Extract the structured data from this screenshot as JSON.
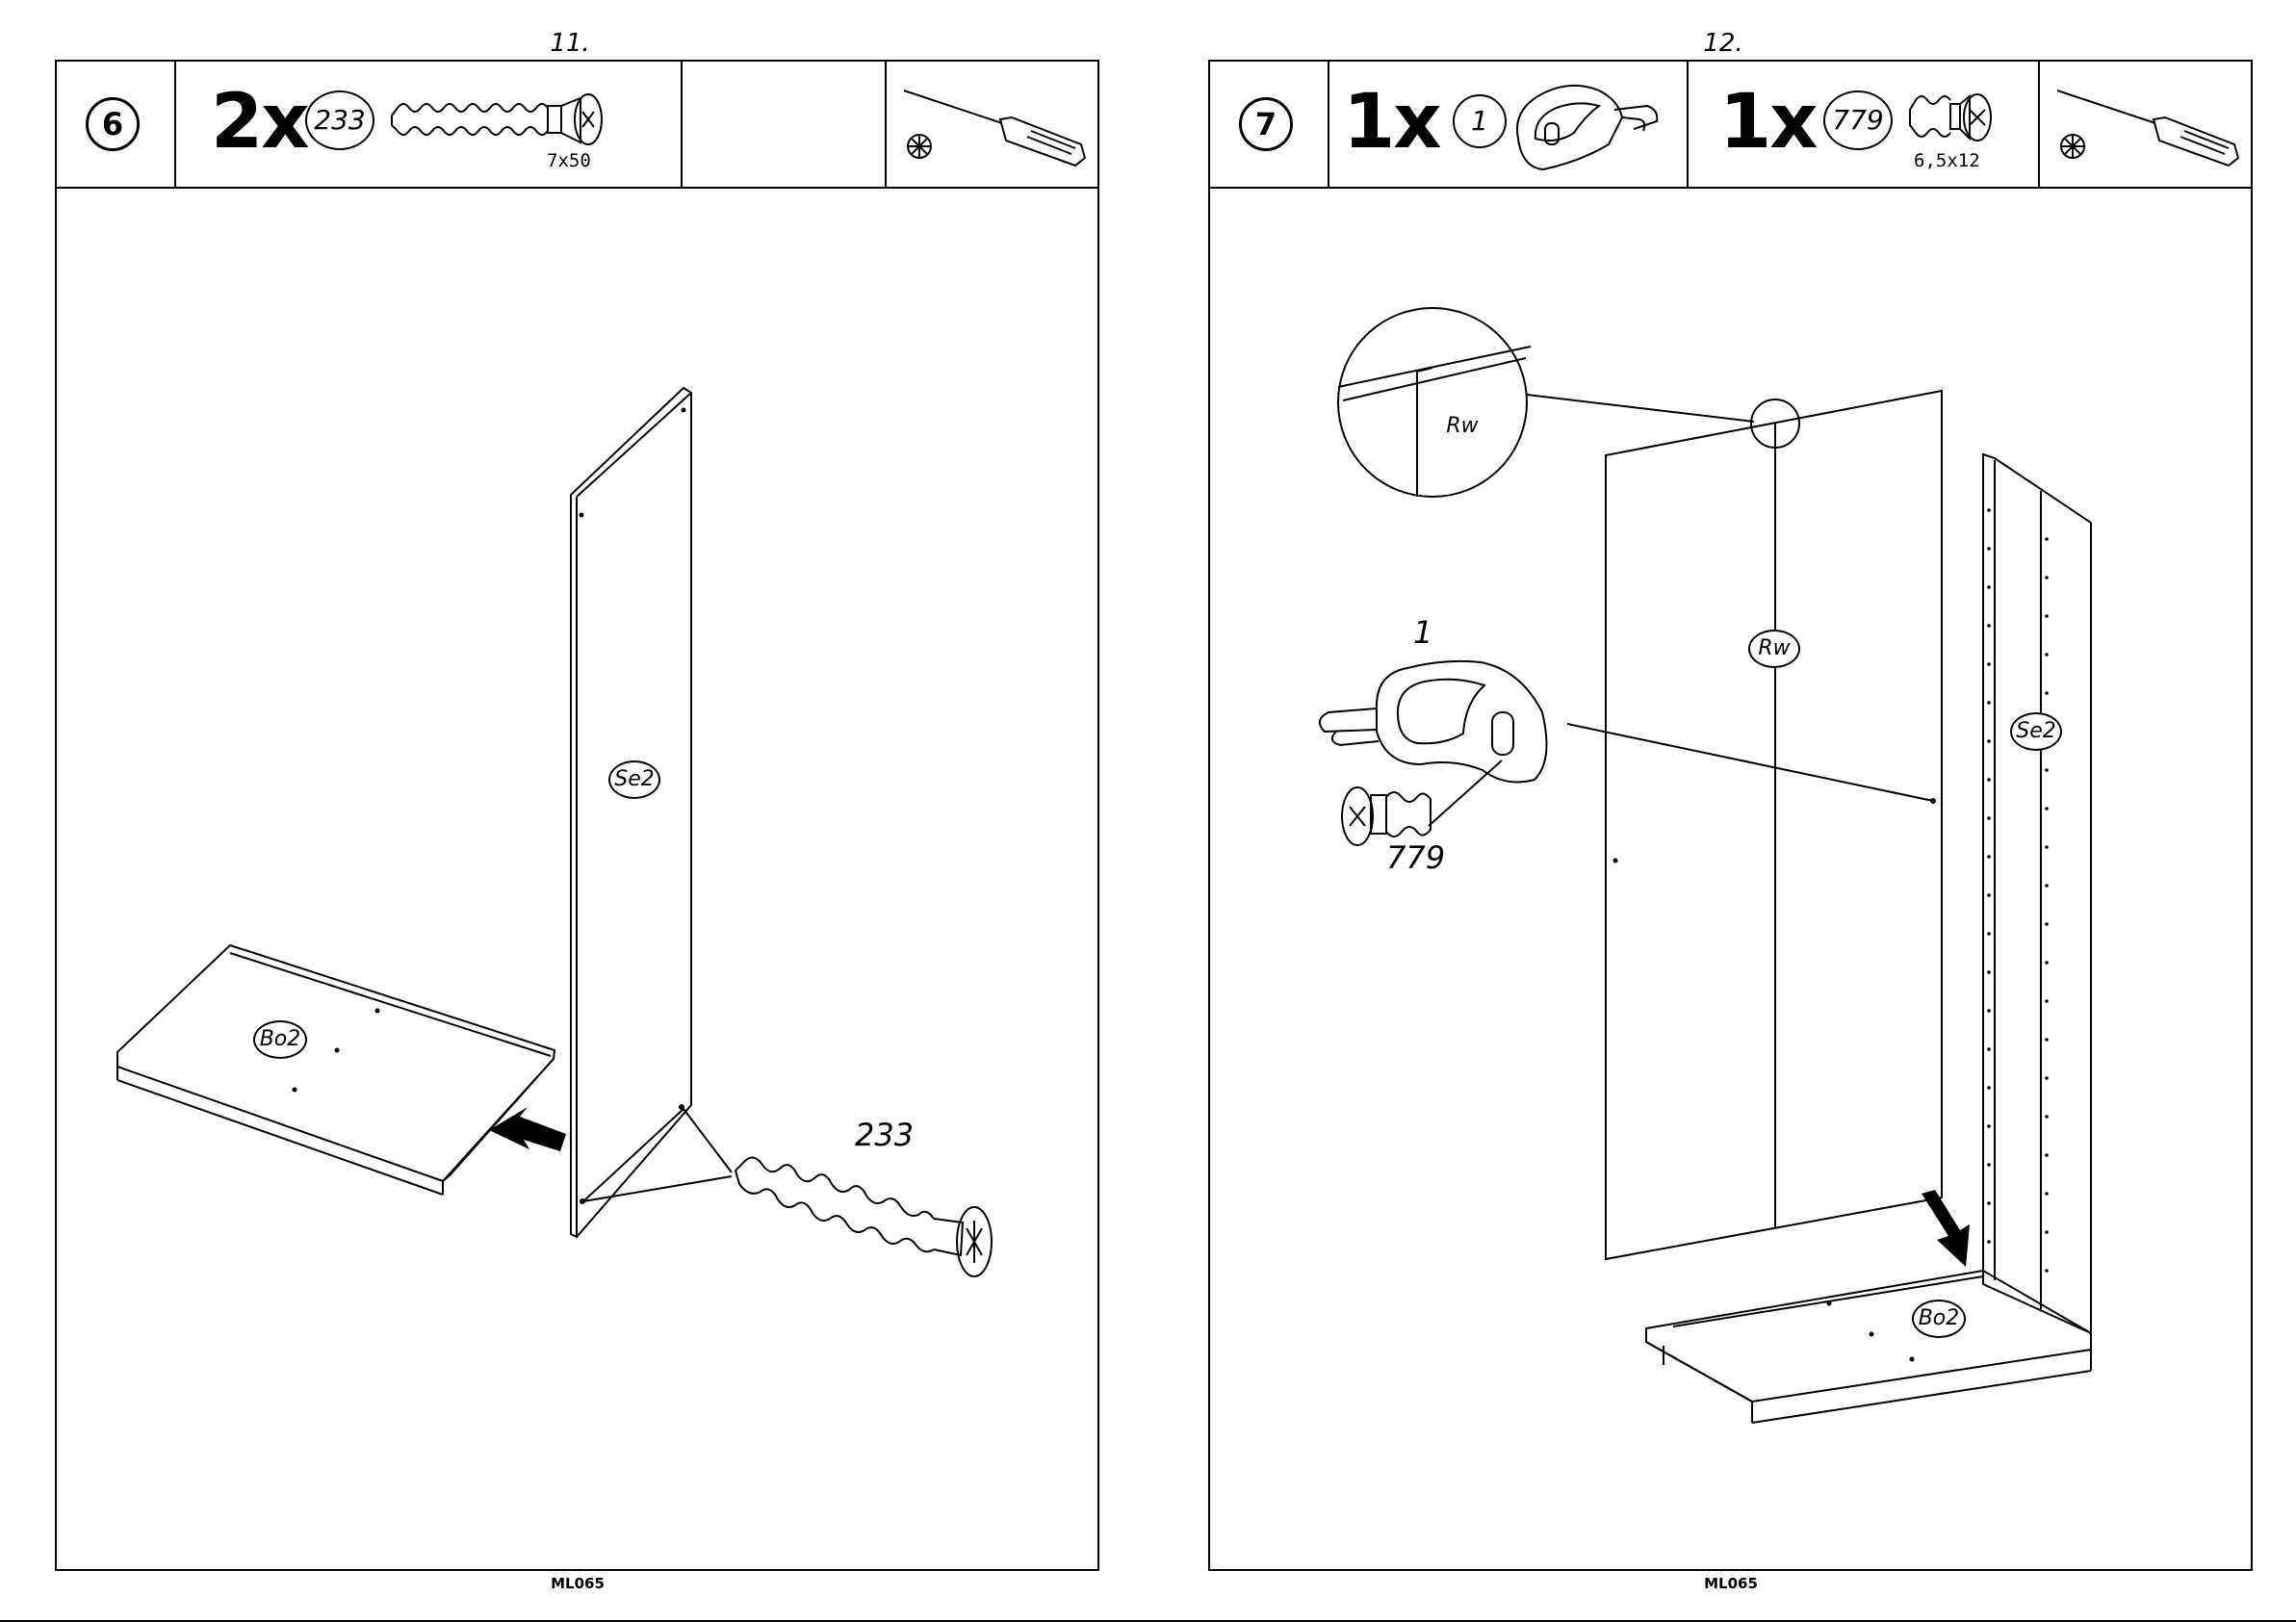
{
  "left_page": {
    "page_number": "11.",
    "step_number": "6",
    "quantity": "2x",
    "part_number": "233",
    "part_dimension": "7x50",
    "panel_label_upright": "Se2",
    "panel_label_base": "Bo2",
    "callout_part": "233",
    "footer_code": "ML065"
  },
  "right_page": {
    "page_number": "12.",
    "step_number": "7",
    "quantity_1": "1x",
    "part_number_1": "1",
    "quantity_2": "1x",
    "part_number_2": "779",
    "part_dimension_2": "6,5x12",
    "detail_label": "Rw",
    "panel_label_back": "Rw",
    "panel_label_side": "Se2",
    "panel_label_base": "Bo2",
    "callout_part_1": "1",
    "callout_part_2": "779",
    "footer_code": "ML065"
  },
  "icons": [
    "screwdriver-icon",
    "screw-head-icon",
    "cam-dowel-icon",
    "bracket-icon",
    "short-screw-icon",
    "arrow-icon"
  ]
}
